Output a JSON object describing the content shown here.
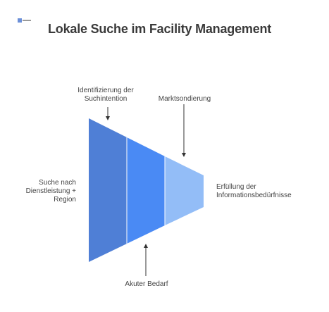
{
  "title": "Lokale Suche im Facility Management",
  "logo": {
    "icon": "logo-icon"
  },
  "segments": [
    {
      "name": "stage-1",
      "color": "#4f7fd6"
    },
    {
      "name": "stage-2",
      "color": "#4a8af4"
    },
    {
      "name": "stage-3",
      "color": "#93bdf7"
    }
  ],
  "labels": {
    "identifizierung": [
      "Identifizierung der",
      "Suchintention"
    ],
    "marktsondierung": [
      "Marktsondierung"
    ],
    "suche": [
      "Suche nach",
      "Dienstleistung +",
      "Region"
    ],
    "erfuellung": [
      "Erfüllung der",
      "Informationsbedürfnisse"
    ],
    "akuter_bedarf": [
      "Akuter Bedarf"
    ]
  }
}
